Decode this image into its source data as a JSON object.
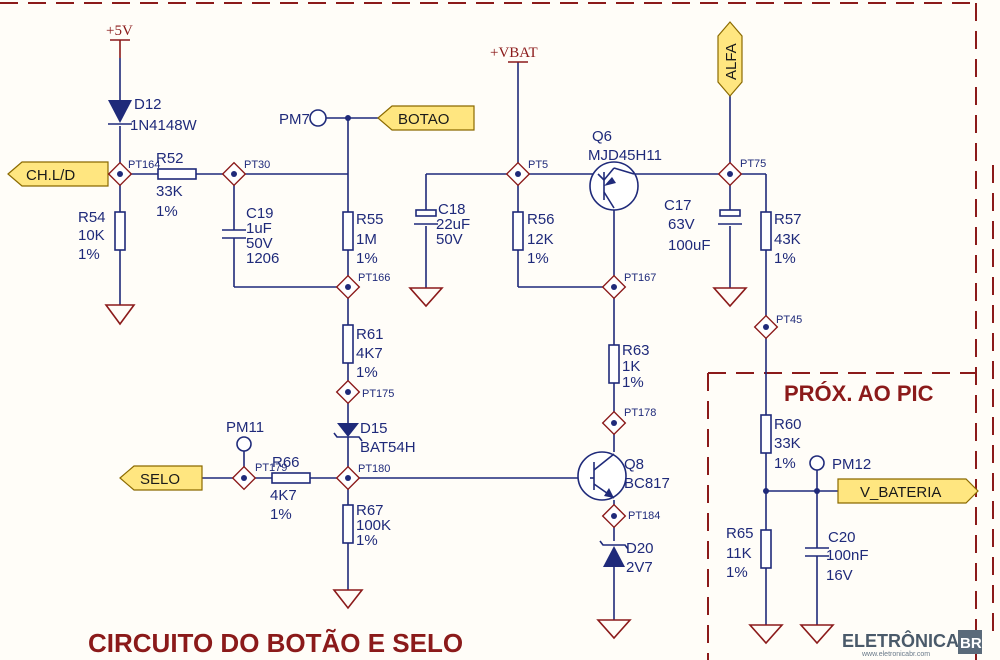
{
  "title": "CIRCUITO DO BOTÃO E SELO",
  "section": "PRÓX. AO PIC",
  "power": {
    "v5": "+5V",
    "vbat": "+VBAT"
  },
  "tags": {
    "chld": "CH.L/D",
    "botao": "BOTAO",
    "selo": "SELO",
    "alfa": "ALFA",
    "vbateria": "V_BATERIA"
  },
  "components": {
    "d12": [
      "D12",
      "1N4148W"
    ],
    "r52": [
      "R52",
      "33K",
      "1%"
    ],
    "r54": [
      "R54",
      "10K",
      "1%"
    ],
    "c19": [
      "C19",
      "1uF",
      "50V",
      "1206"
    ],
    "r55": [
      "R55",
      "1M",
      "1%"
    ],
    "r61": [
      "R61",
      "4K7",
      "1%"
    ],
    "d15": [
      "D15",
      "BAT54H"
    ],
    "r66": [
      "R66",
      "4K7",
      "1%"
    ],
    "r67": [
      "R67",
      "100K",
      "1%"
    ],
    "c18": [
      "C18",
      "22uF",
      "50V"
    ],
    "r56": [
      "R56",
      "12K",
      "1%"
    ],
    "q6": [
      "Q6",
      "MJD45H11"
    ],
    "r63": [
      "R63",
      "1K",
      "1%"
    ],
    "q8": [
      "Q8",
      "BC817"
    ],
    "d20": [
      "D20",
      "2V7"
    ],
    "c17": [
      "C17",
      "63V",
      "100uF"
    ],
    "r57": [
      "R57",
      "43K",
      "1%"
    ],
    "r60": [
      "R60",
      "33K",
      "1%"
    ],
    "r65": [
      "R65",
      "11K",
      "1%"
    ],
    "c20": [
      "C20",
      "100nF",
      "16V"
    ]
  },
  "testpoints": {
    "pm7": "PM7",
    "pm11": "PM11",
    "pm12": "PM12",
    "pt164": "PT164",
    "pt30": "PT30",
    "pt166": "PT166",
    "pt175": "PT175",
    "pt179": "PT179",
    "pt180": "PT180",
    "pt5": "PT5",
    "pt167": "PT167",
    "pt178": "PT178",
    "pt184": "PT184",
    "pt75": "PT75",
    "pt45": "PT45"
  },
  "logo": {
    "name": "ELETRÔNICA",
    "mark": "BR",
    "url": "www.eletronicabr.com"
  }
}
